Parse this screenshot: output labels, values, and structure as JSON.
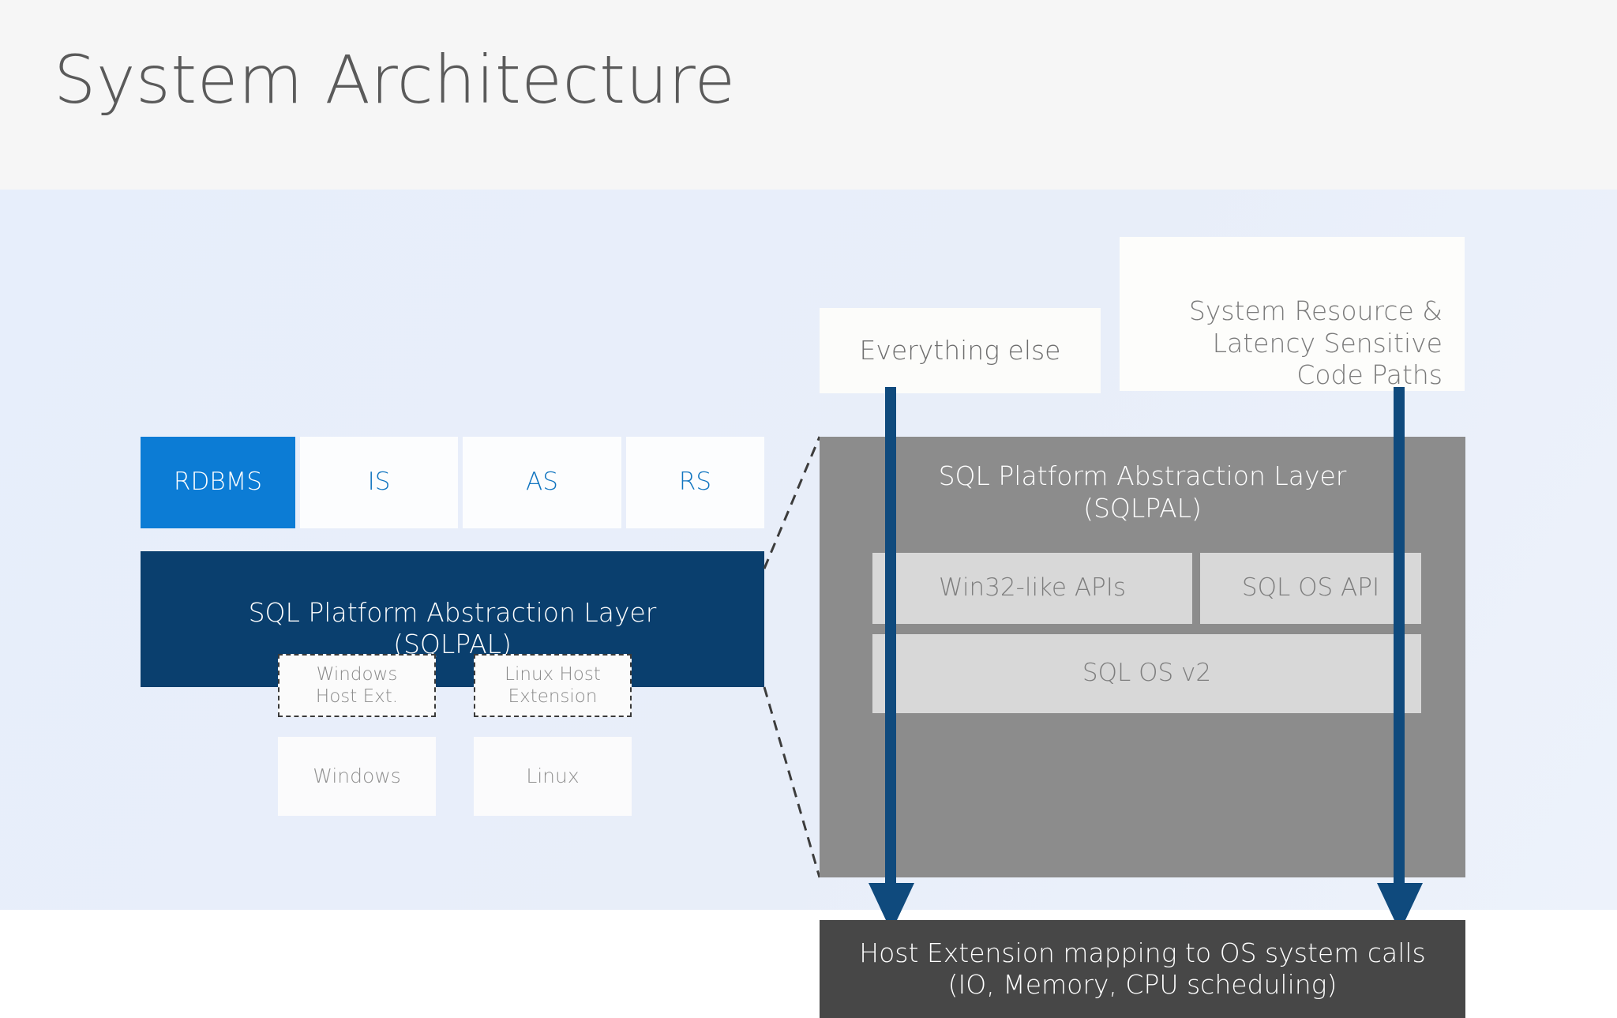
{
  "header": {
    "title": "System Architecture"
  },
  "left_stack": {
    "service_tiles": [
      {
        "label": "RDBMS",
        "active": true
      },
      {
        "label": "IS",
        "active": false
      },
      {
        "label": "AS",
        "active": false
      },
      {
        "label": "RS",
        "active": false
      }
    ],
    "sqlpal": {
      "line1": "SQL Platform Abstraction Layer",
      "line2": "(SQLPAL)"
    },
    "host_extensions": [
      {
        "line1": "Windows",
        "line2": "Host Ext."
      },
      {
        "line1": "Linux Host",
        "line2": "Extension"
      }
    ],
    "os_tiles": [
      {
        "label": "Windows"
      },
      {
        "label": "Linux"
      }
    ]
  },
  "right_detail": {
    "callouts": [
      {
        "label": "Everything else"
      },
      {
        "line1": "System Resource &",
        "line2": "Latency Sensitive",
        "line3": "Code Paths"
      }
    ],
    "sqlpal_panel": {
      "title_line1": "SQL Platform Abstraction Layer",
      "title_line2": "(SQLPAL)",
      "sub_boxes": [
        {
          "label": "Win32-like APIs"
        },
        {
          "label": "SQL OS API"
        },
        {
          "label": "SQL OS v2"
        }
      ]
    },
    "host_extension_bar": {
      "line1": "Host Extension mapping to OS system calls",
      "line2": "(IO, Memory, CPU scheduling)"
    }
  },
  "colors": {
    "accent_blue": "#0c7cd5",
    "navy": "#0a3f6e",
    "arrow_navy": "#0f4a7d",
    "panel_gray": "#8c8c8c",
    "subbox_gray": "#d8d8d8",
    "dark_bar": "#474747",
    "background_blue": "#e7eefb",
    "header_gray": "#f6f6f6"
  }
}
